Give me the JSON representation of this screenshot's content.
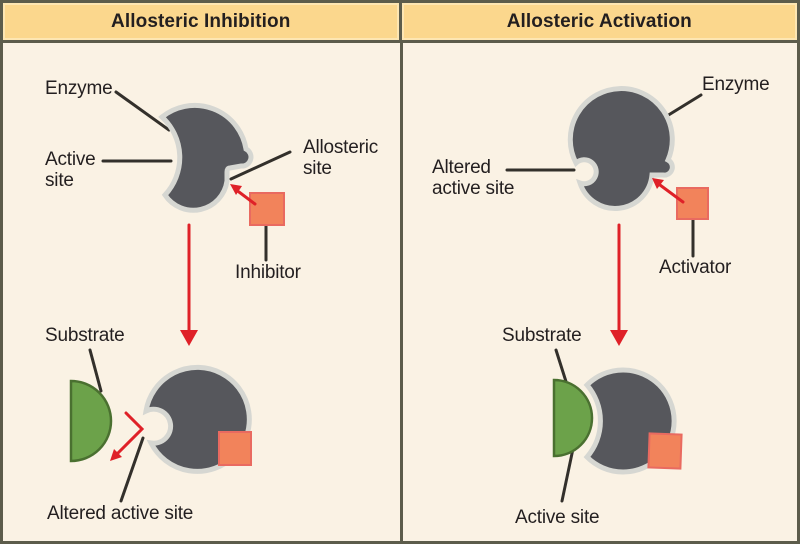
{
  "panels": [
    {
      "title": "Allosteric Inhibition",
      "labels": {
        "enzyme": "Enzyme",
        "active_site": "Active site",
        "allosteric_site": "Allosteric site",
        "inhibitor": "Inhibitor",
        "substrate": "Substrate",
        "altered_active_site": "Altered active site"
      }
    },
    {
      "title": "Allosteric Activation",
      "labels": {
        "enzyme": "Enzyme",
        "altered_active_site": "Altered active site",
        "activator": "Activator",
        "substrate": "Substrate",
        "active_site": "Active site"
      }
    }
  ],
  "colors": {
    "background": "#FAF2E4",
    "header_fill": "#FBD78D",
    "border": "#5C5C4B",
    "enzyme_fill": "#56575C",
    "enzyme_outline": "#D6D7D2",
    "regulator_fill": "#F2835B",
    "regulator_outline": "#E96A60",
    "substrate_fill": "#6CA24A",
    "substrate_outline": "#4A7030",
    "arrow_red": "#DF2128",
    "leader_line": "#33302B",
    "text": "#231F20"
  }
}
